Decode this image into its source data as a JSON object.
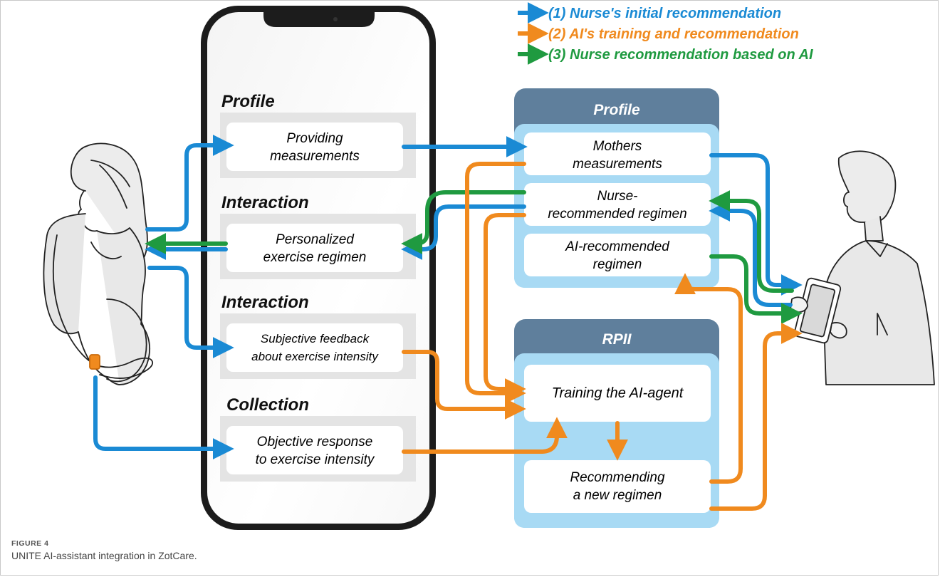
{
  "legend": {
    "item1": "(1) Nurse's initial recommendation",
    "item2": "(2) AI's training and recommendation",
    "item3": "(3) Nurse recommendation based on AI",
    "color1": "#1a8ad4",
    "color2": "#f08a1e",
    "color3": "#1f9a40"
  },
  "phone": {
    "sections": {
      "profile": "Profile",
      "interaction1": "Interaction",
      "interaction2": "Interaction",
      "collection": "Collection"
    },
    "boxes": {
      "providing_l1": "Providing",
      "providing_l2": "measurements",
      "personalized_l1": "Personalized",
      "personalized_l2": "exercise regimen",
      "subjective_l1": "Subjective feedback",
      "subjective_l2": "about exercise intensity",
      "objective_l1": "Objective response",
      "objective_l2": "to exercise intensity"
    }
  },
  "profile_panel": {
    "header": "Profile",
    "mothers_l1": "Mothers",
    "mothers_l2": "measurements",
    "nurse_l1": "Nurse-",
    "nurse_l2": "recommended regimen",
    "ai_l1": "AI-recommended",
    "ai_l2": "regimen"
  },
  "rpii_panel": {
    "header": "RPII",
    "training": "Training the AI-agent",
    "recommending_l1": "Recommending",
    "recommending_l2": "a new regimen"
  },
  "caption": {
    "label": "FIGURE 4",
    "text": "UNITE AI-assistant integration in ZotCare."
  }
}
